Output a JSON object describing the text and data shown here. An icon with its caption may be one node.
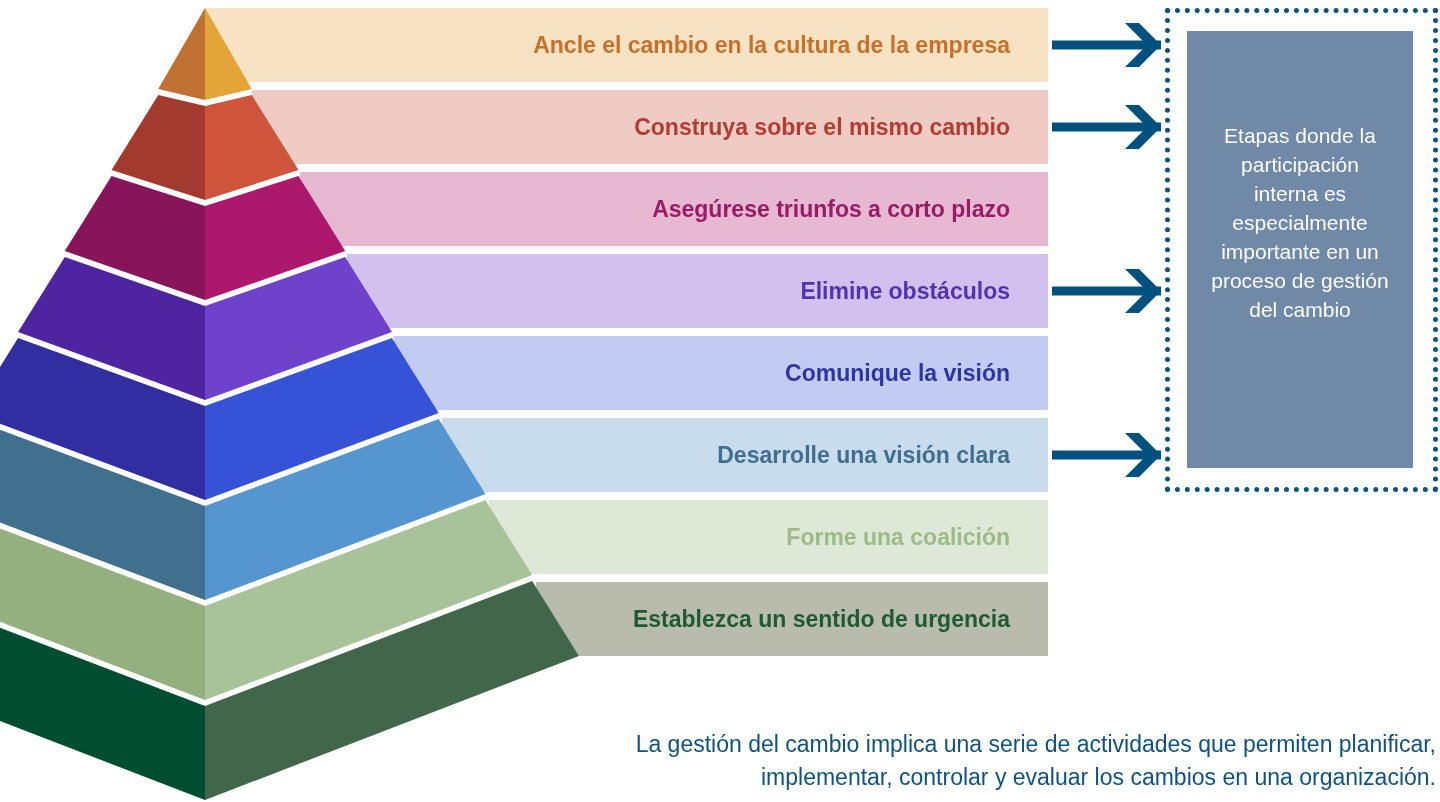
{
  "diagram": {
    "caption": "La gestión del cambio implica una serie de actividades que permiten planificar, implementar, controlar y evaluar los cambios en una organización.",
    "nodes": [
      {
        "text": [
          "Ancle el cambio en la cultura de la empresa"
        ]
      },
      {
        "text": [
          "Construya sobre el mismo cambio"
        ]
      },
      {
        "text": [
          "Asegúrese triunfos a corto plazo"
        ]
      },
      {
        "text": [
          "Elimine obstáculos"
        ]
      },
      {
        "text": [
          "Comunique la visión"
        ]
      },
      {
        "text": [
          "Desarrolle una visión clara"
        ]
      },
      {
        "text": [
          "Forme una coalición"
        ]
      },
      {
        "text": [
          "Establezca un sentido de urgencia"
        ]
      },
      {
        "text": [],
        "shape": "box"
      },
      {
        "text": [
          "Etapas donde la participación interna es especialmente importante en un proceso de gestión del cambio"
        ],
        "in": 8
      }
    ],
    "edges": [
      {
        "from": 0,
        "to": 8,
        "arrow": "to"
      },
      {
        "from": 1,
        "to": 8,
        "arrow": "to"
      },
      {
        "from": 3,
        "to": 8,
        "arrow": "to"
      },
      {
        "from": 5,
        "to": 8,
        "arrow": "to"
      }
    ]
  }
}
